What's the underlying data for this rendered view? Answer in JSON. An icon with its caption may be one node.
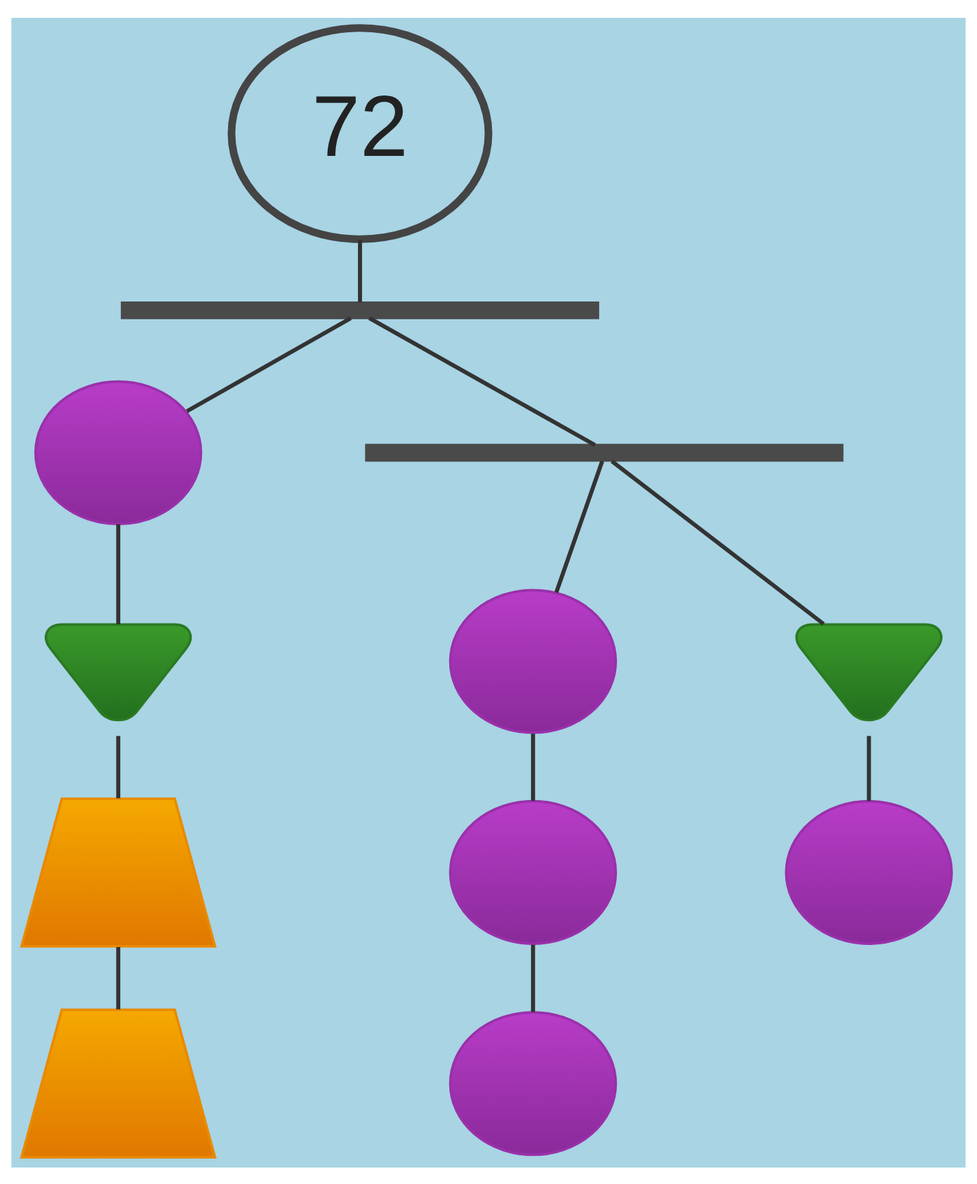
{
  "diagram": {
    "nodes": [
      {
        "text": [
          "72"
        ]
      },
      {
        "text": [],
        "shape": "bar"
      },
      {
        "text": [],
        "shape": "bar"
      },
      {
        "text": [],
        "shape": "ellipse"
      },
      {
        "text": [],
        "shape": "heart"
      },
      {
        "text": [],
        "shape": "ellipse"
      },
      {
        "text": [],
        "shape": "heart"
      },
      {
        "text": [],
        "shape": "trapezoid"
      },
      {
        "text": [],
        "shape": "ellipse"
      },
      {
        "text": [],
        "shape": "ellipse"
      },
      {
        "text": [],
        "shape": "trapezoid"
      },
      {
        "text": [],
        "shape": "ellipse"
      }
    ],
    "edges": [
      {
        "from": 0,
        "to": 1,
        "arrow": "none"
      },
      {
        "from": 1,
        "to": 3,
        "arrow": "none"
      },
      {
        "from": 1,
        "to": 2,
        "arrow": "none"
      },
      {
        "from": 3,
        "to": 4,
        "arrow": "none"
      },
      {
        "from": 4,
        "to": 7,
        "arrow": "none"
      },
      {
        "from": 7,
        "to": 10,
        "arrow": "none"
      },
      {
        "from": 2,
        "to": 5,
        "arrow": "none"
      },
      {
        "from": 5,
        "to": 8,
        "arrow": "none"
      },
      {
        "from": 8,
        "to": 11,
        "arrow": "none"
      },
      {
        "from": 2,
        "to": 6,
        "arrow": "none"
      },
      {
        "from": 6,
        "to": 9,
        "arrow": "none"
      }
    ]
  }
}
